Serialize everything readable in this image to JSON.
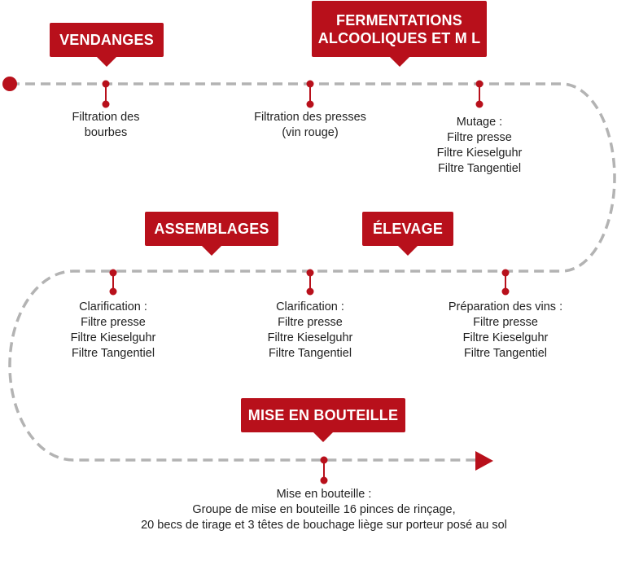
{
  "colors": {
    "accent": "#b8101b",
    "line": "#b3b3b3",
    "text": "#222222"
  },
  "stages": {
    "vendanges": "VENDANGES",
    "fermentations": "FERMENTATIONS\nALCOOLIQUES ET M L",
    "assemblages": "ASSEMBLAGES",
    "elevage": "ÉLEVAGE",
    "mise_en_bouteille": "MISE EN BOUTEILLE"
  },
  "steps": {
    "filtration_bourbes": [
      "Filtration des",
      "bourbes"
    ],
    "filtration_presses": [
      "Filtration des presses",
      "(vin rouge)"
    ],
    "mutage": [
      "Mutage :",
      "Filtre presse",
      "Filtre Kieselguhr",
      "Filtre Tangentiel"
    ],
    "clarification_1": [
      "Clarification :",
      "Filtre presse",
      "Filtre Kieselguhr",
      "Filtre Tangentiel"
    ],
    "clarification_2": [
      "Clarification :",
      "Filtre presse",
      "Filtre Kieselguhr",
      "Filtre Tangentiel"
    ],
    "preparation_vins": [
      "Préparation des vins :",
      "Filtre presse",
      "Filtre Kieselguhr",
      "Filtre Tangentiel"
    ],
    "mise_en_bouteille": [
      "Mise en bouteille :",
      "Groupe de mise en bouteille 16 pinces de rinçage,",
      "20 becs de tirage et 3 têtes de bouchage liège sur porteur posé au sol"
    ]
  }
}
